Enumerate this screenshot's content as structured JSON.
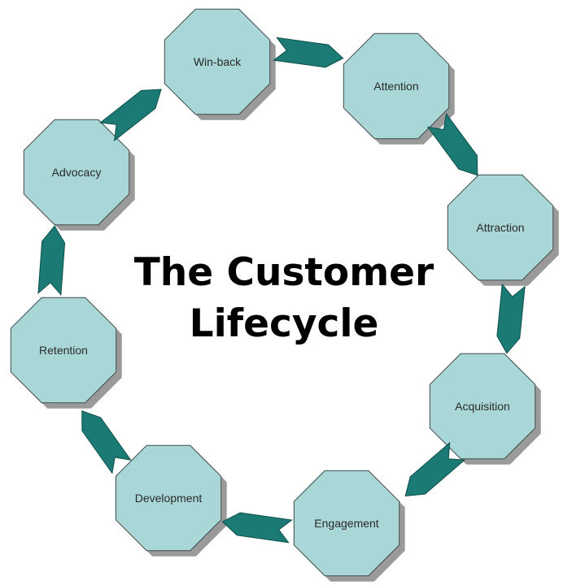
{
  "title": {
    "line1": "The Customer",
    "line2": "Lifecycle"
  },
  "stages": [
    {
      "id": "win-back",
      "label": "Win-back"
    },
    {
      "id": "attention",
      "label": "Attention"
    },
    {
      "id": "attraction",
      "label": "Attraction"
    },
    {
      "id": "acquisition",
      "label": "Acquisition"
    },
    {
      "id": "engagement",
      "label": "Engagement"
    },
    {
      "id": "development",
      "label": "Development"
    },
    {
      "id": "retention",
      "label": "Retention"
    },
    {
      "id": "advocacy",
      "label": "Advocacy"
    }
  ],
  "colors": {
    "node_fill": "#a9d6d6",
    "node_stroke": "#3f4a4a",
    "shadow": "#9a9a9a",
    "arrow": "#1b7a73",
    "arrow_stroke": "#0e4f4a"
  }
}
